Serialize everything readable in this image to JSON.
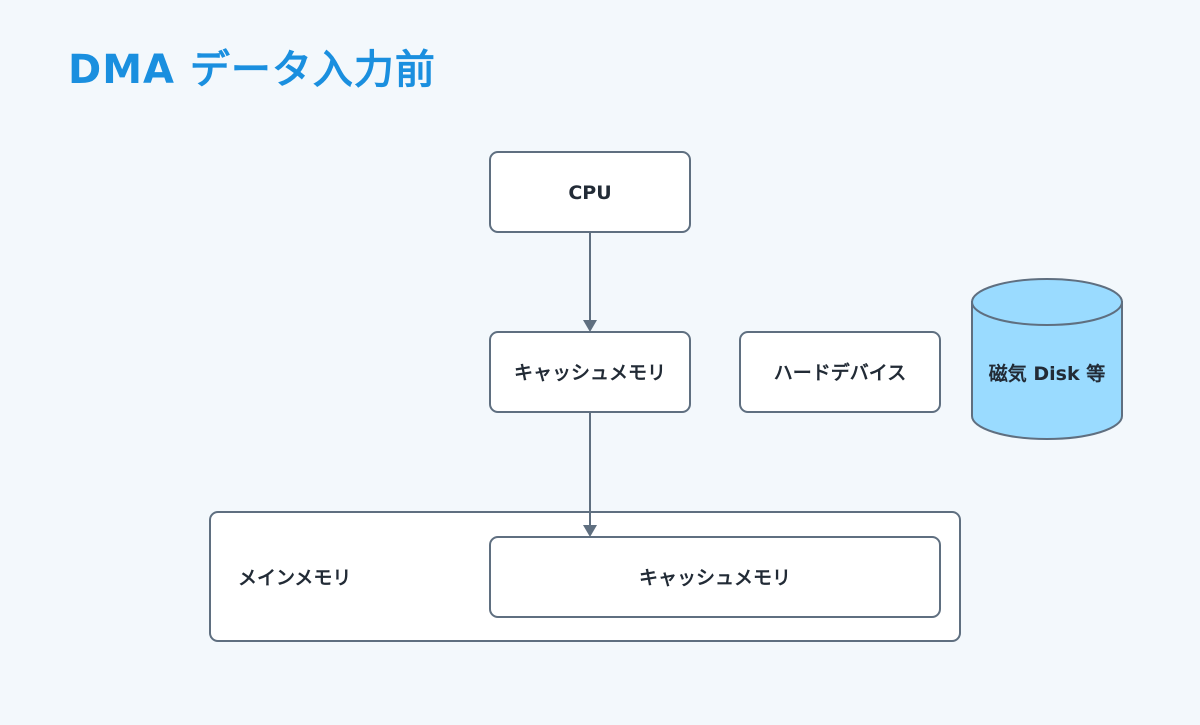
{
  "title": "DMA データ入力前",
  "nodes": {
    "cpu": "CPU",
    "cache_top": "キャッシュメモリ",
    "hard_device": "ハードデバイス",
    "disk": "磁気 Disk 等",
    "main_memory": "メインメモリ",
    "cache_inner": "キャッシュメモリ"
  },
  "edges": [
    {
      "from": "cpu",
      "to": "cache_top"
    },
    {
      "from": "cache_top",
      "to": "cache_inner"
    }
  ],
  "colors": {
    "title": "#1a8fdf",
    "background": "#f3f8fc",
    "border": "#5f6f80",
    "disk_fill": "#9adbff"
  }
}
